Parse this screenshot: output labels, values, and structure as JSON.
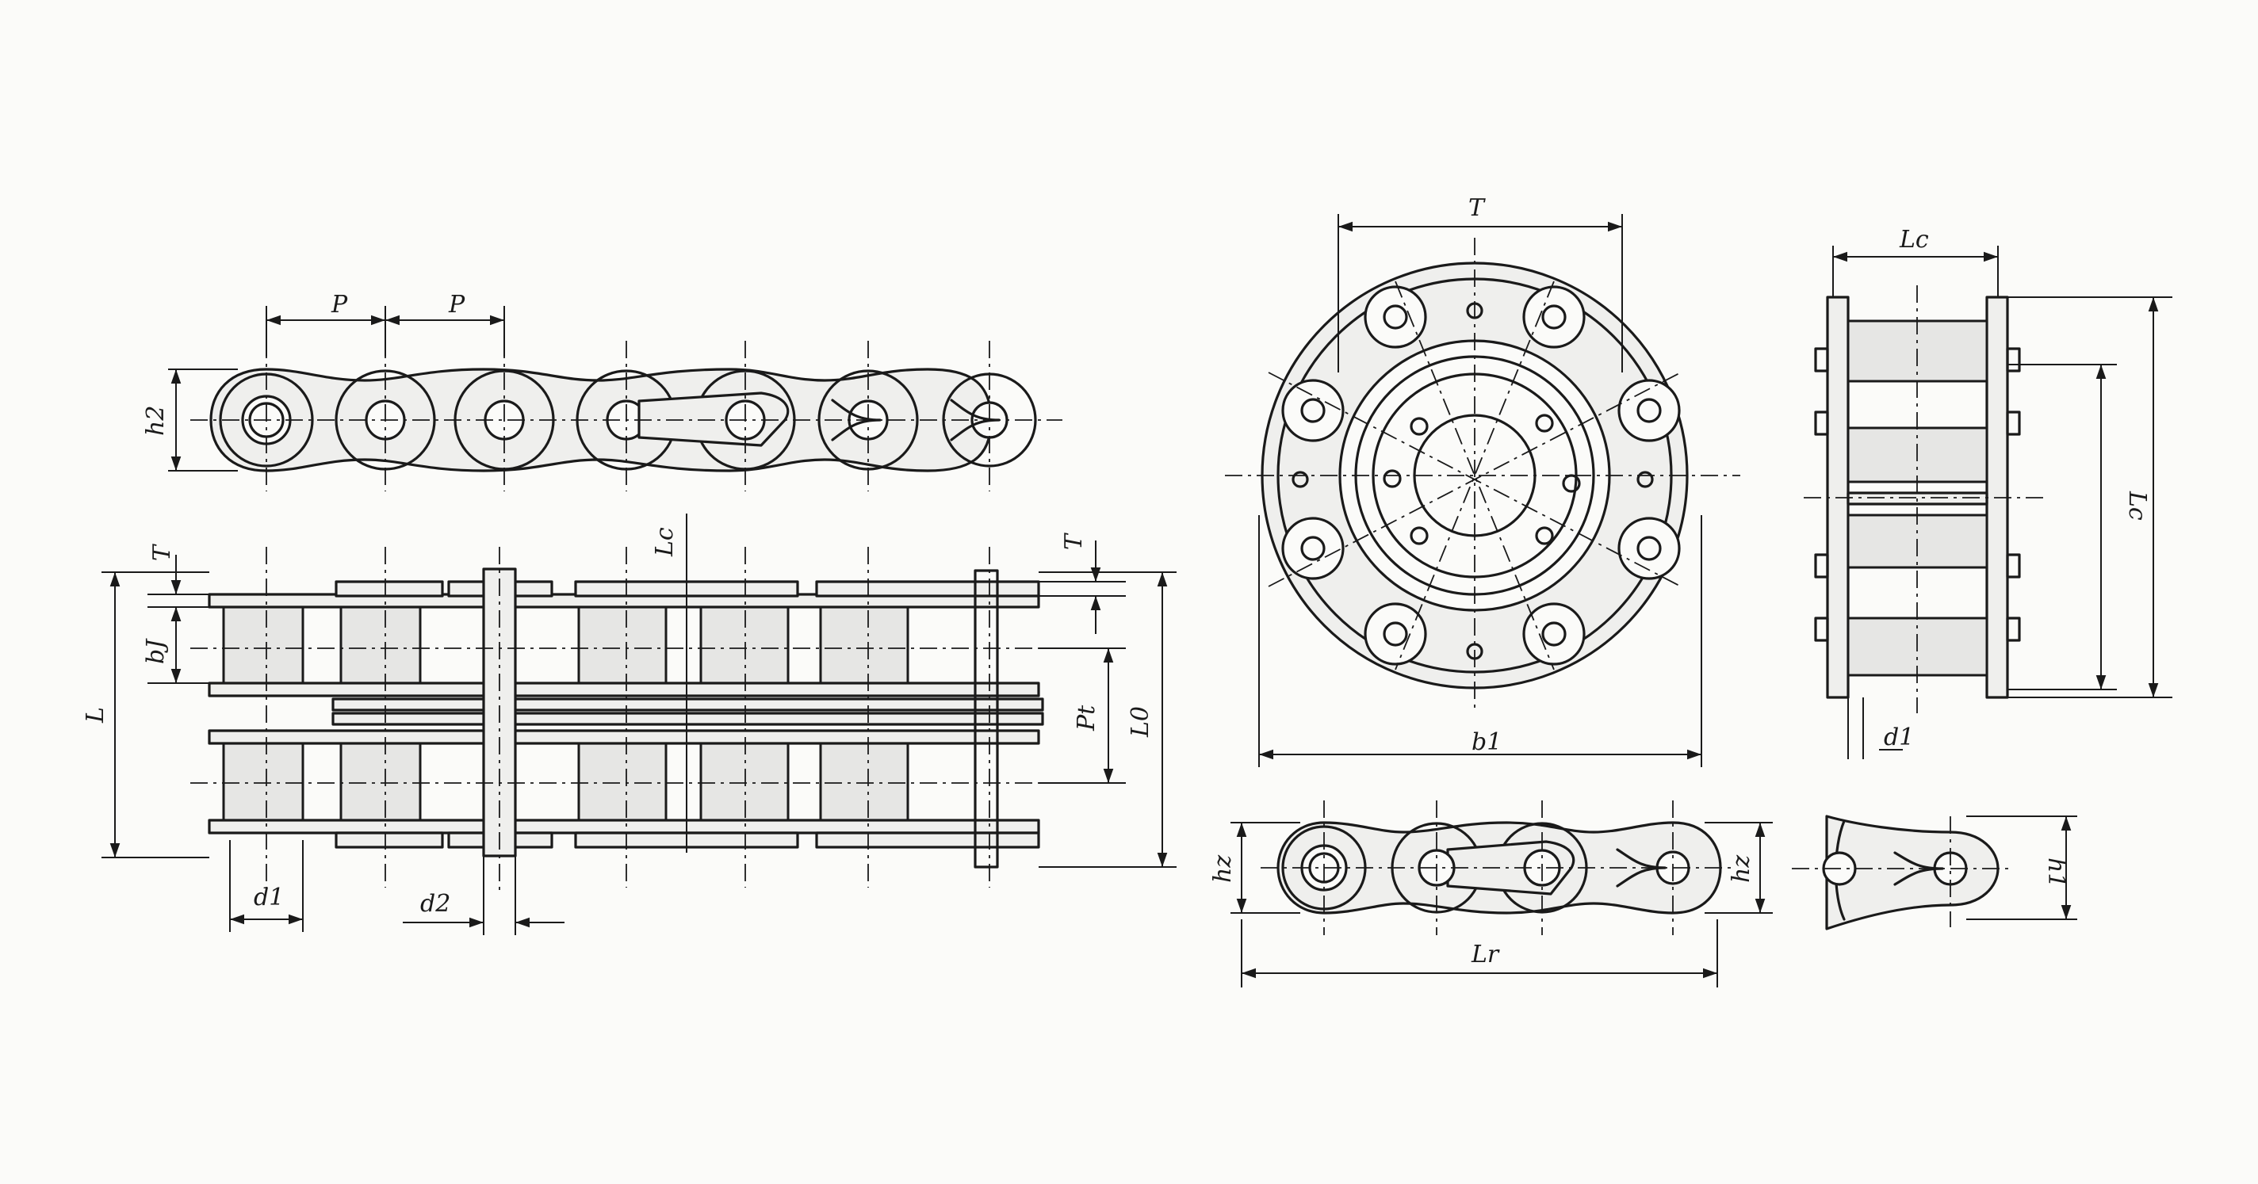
{
  "labels": {
    "p": "P",
    "h2": "h2",
    "l": "L",
    "t": "T",
    "b1_left": "bJ",
    "lc": "Lc",
    "d1": "d1",
    "d2": "d2",
    "pt": "Pt",
    "l0": "L0",
    "b1_front": "b1",
    "lc_vertical": "Lc",
    "h2_link": "hz",
    "lr": "Lr",
    "h1": "h1"
  }
}
